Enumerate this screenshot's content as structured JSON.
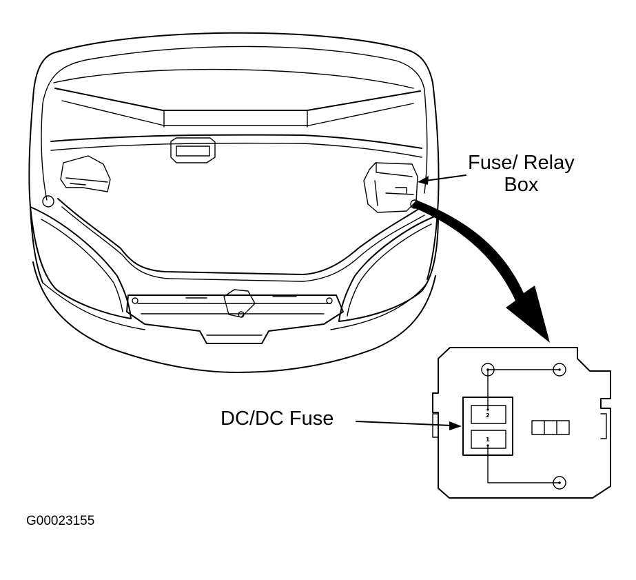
{
  "labels": {
    "fuse_relay_line1": "Fuse/ Relay",
    "fuse_relay_line2": "Box",
    "dcdc_fuse": "DC/DC Fuse",
    "figure_id": "G00023155",
    "fuse_upper_number": "2",
    "fuse_lower_number": "1"
  }
}
